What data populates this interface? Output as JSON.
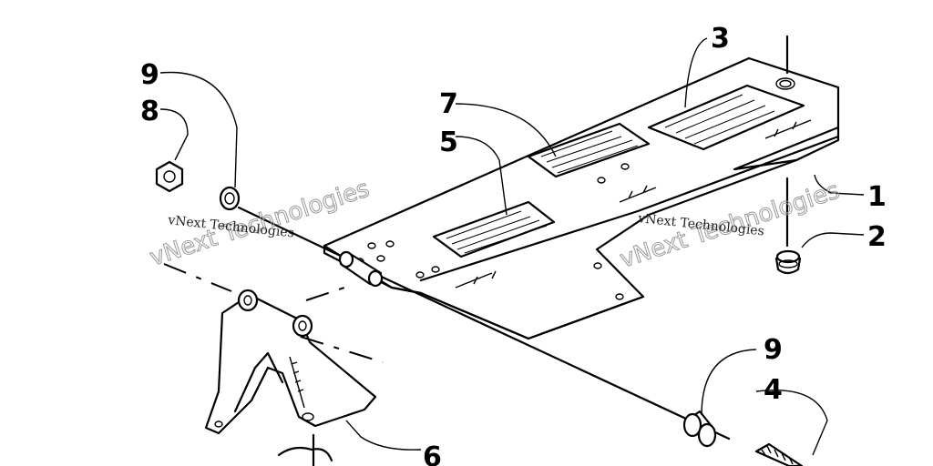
{
  "callouts": {
    "c1": "1",
    "c2": "2",
    "c3": "3",
    "c4": "4",
    "c5": "5",
    "c6": "6",
    "c7": "7",
    "c8": "8",
    "c9_top": "9",
    "c9_bottom": "9"
  },
  "watermark": {
    "small": "vNext Technologies",
    "large": "vNext Technologies"
  }
}
